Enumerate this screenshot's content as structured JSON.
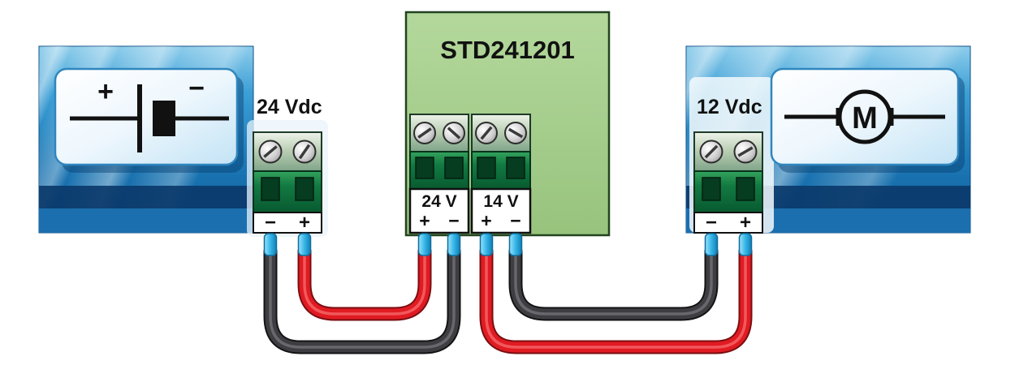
{
  "diagram": {
    "battery": {
      "voltage_label": "24 Vdc",
      "symbol": {
        "plus": "+",
        "minus": "−"
      },
      "terminal": {
        "minus": "−",
        "plus": "+"
      }
    },
    "module": {
      "title": "STD241201",
      "input_terminal": {
        "voltage": "24 V",
        "plus": "+",
        "minus": "−"
      },
      "output_terminal": {
        "voltage": "14 V",
        "plus": "+",
        "minus": "−"
      }
    },
    "motor": {
      "voltage_label": "12 Vdc",
      "symbol": {
        "letter": "M"
      },
      "terminal": {
        "minus": "−",
        "plus": "+"
      }
    },
    "colors": {
      "wire_red": "#e01b22",
      "wire_black": "#3d3d42",
      "ferrule_cyan": "#35b6e8",
      "module_green": "#a6cd8c",
      "panel_blue": "#2288c6",
      "terminal_green": "#0d6b3a"
    }
  }
}
